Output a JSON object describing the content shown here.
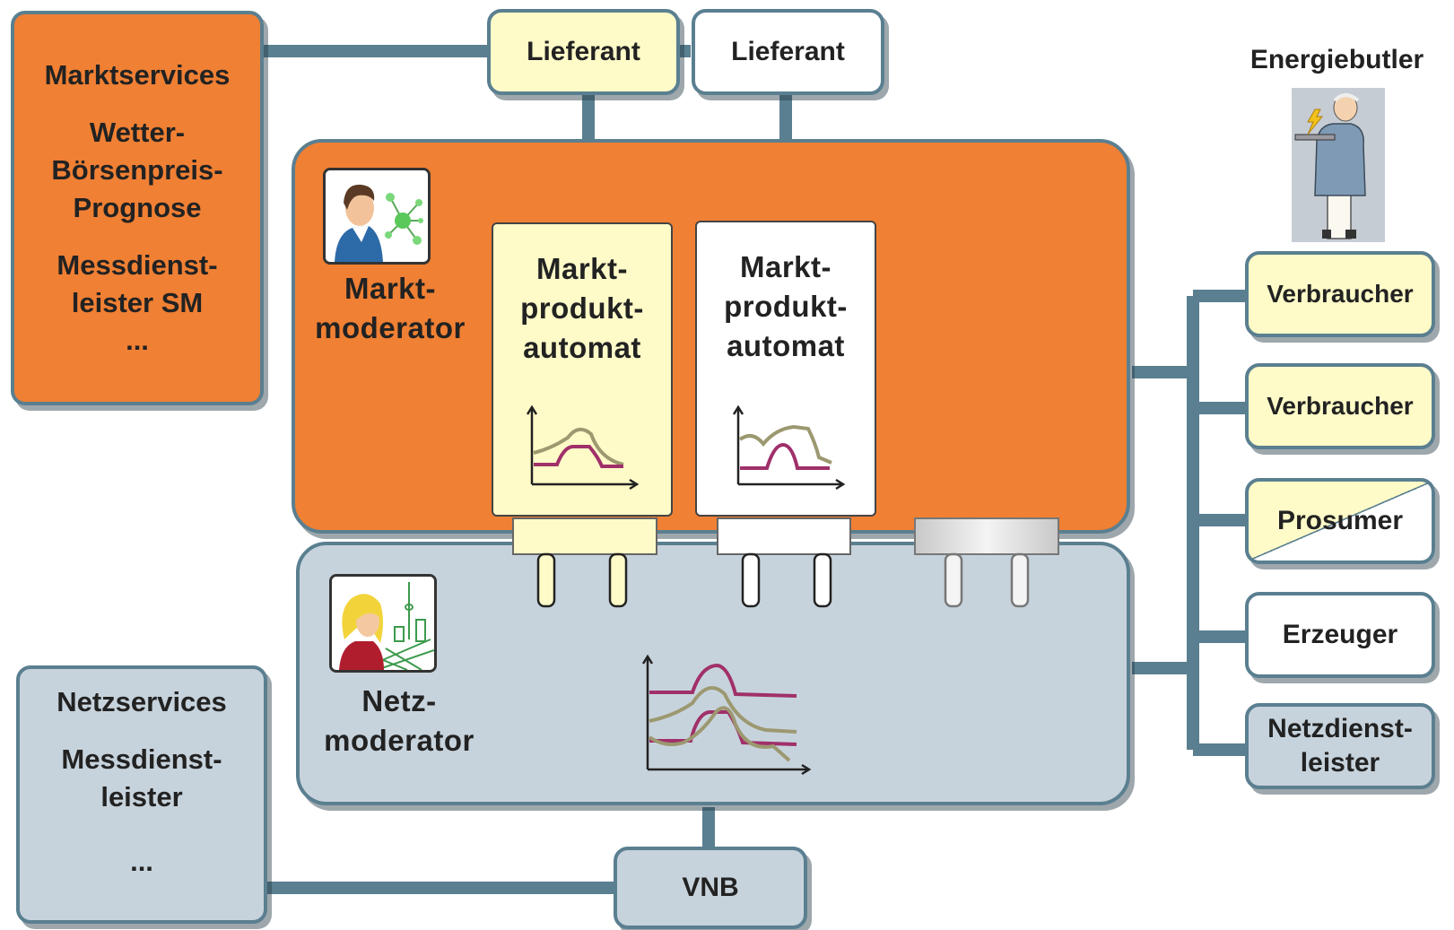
{
  "left_top": {
    "title": "Marktservices",
    "line1": "Wetter-",
    "line2": "Börsenpreis-",
    "line3": "Prognose",
    "line4": "Messdienst-",
    "line5": "leister SM",
    "line6": "..."
  },
  "left_bottom": {
    "title": "Netzservices",
    "line1": "Messdienst-",
    "line2": "leister",
    "line3": "..."
  },
  "suppliers": [
    "Lieferant",
    "Lieferant"
  ],
  "markt_moderator": {
    "line1": "Markt-",
    "line2": "moderator"
  },
  "netz_moderator": {
    "line1": "Netz-",
    "line2": "moderator"
  },
  "automats": [
    {
      "line1": "Markt-",
      "line2": "produkt-",
      "line3": "automat"
    },
    {
      "line1": "Markt-",
      "line2": "produkt-",
      "line3": "automat"
    }
  ],
  "vnb": "VNB",
  "energiebutler": "Energiebutler",
  "participants": [
    "Verbraucher",
    "Verbraucher",
    "Prosumer",
    "Erzeuger"
  ],
  "netzdienstleister": {
    "line1": "Netzdienst-",
    "line2": "leister"
  },
  "colors": {
    "orange": "#f08034",
    "grey_blue": "#c7d3dc",
    "pale_yellow": "#fffbc8",
    "connector": "#5a7f90",
    "curve_magenta": "#a0306a",
    "curve_olive": "#9c9870"
  }
}
